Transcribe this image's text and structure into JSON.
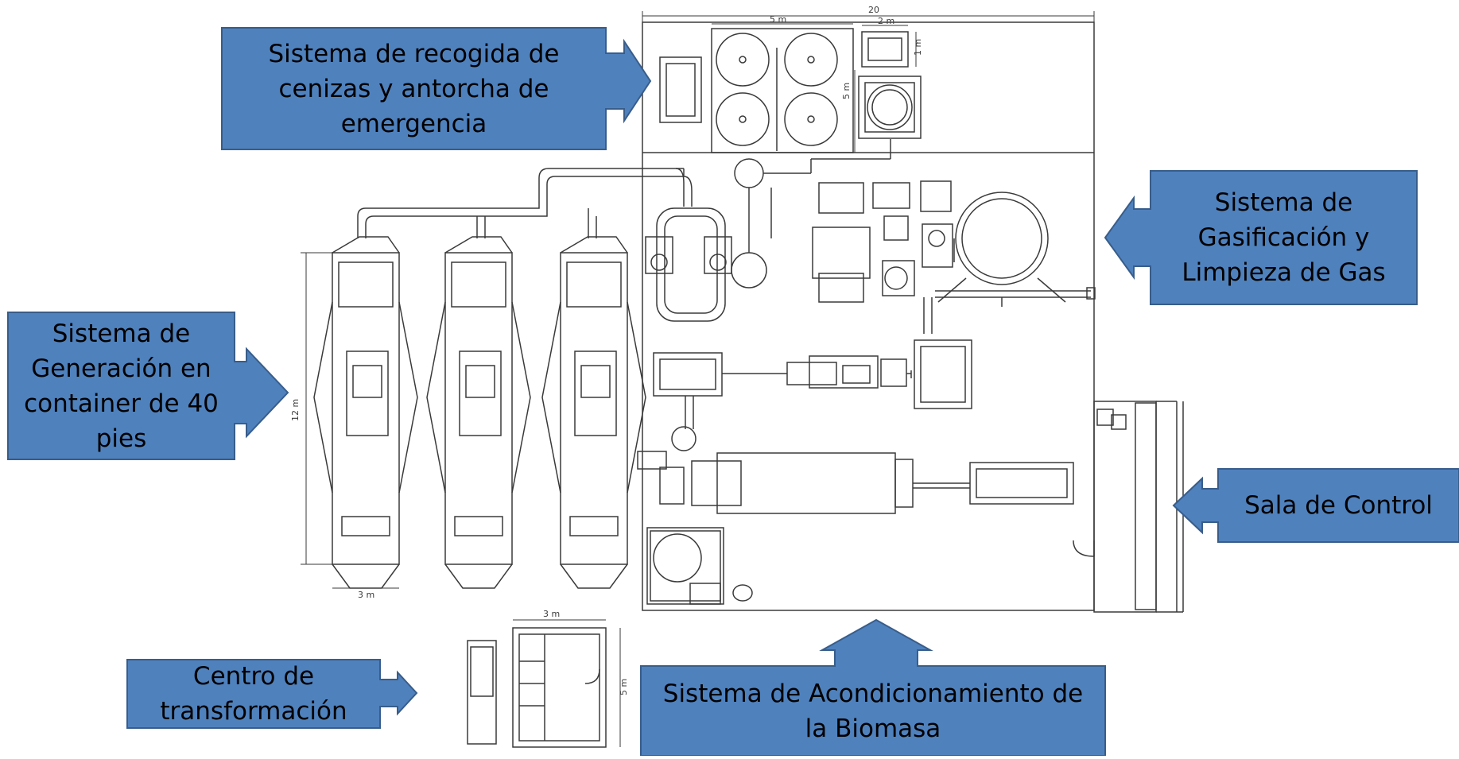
{
  "labels": {
    "ash": "Sistema de recogida de\ncenizas y antorcha de\nemergencia",
    "gasif": "Sistema de\nGasificación y\nLimpieza de Gas",
    "gen": "Sistema de\nGeneración en\ncontainer de 40\npies",
    "control": "Sala de Control",
    "trafo": "Centro de\ntransformación",
    "biomasa": "Sistema de Acondicionamiento de\nla Biomasa"
  },
  "dims": {
    "overall": "20",
    "tank_area": "5 m",
    "small_box_w": "2 m",
    "small_box_h": "1 m",
    "tank_area_h": "5 m",
    "container_len": "12 m",
    "container_w": "3 m",
    "trafo_w": "3 m",
    "trafo_h": "5 m"
  },
  "colors": {
    "callout_fill": "#4f81bd",
    "callout_stroke": "#385d8a",
    "line": "#3a3a3a"
  }
}
